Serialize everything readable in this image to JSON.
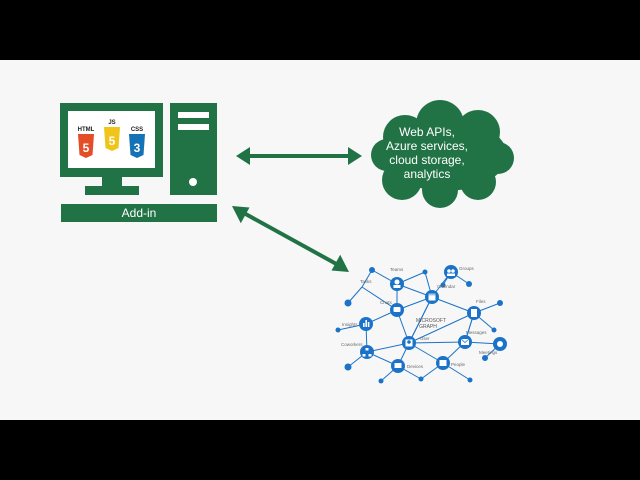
{
  "computer": {
    "addin_label": "Add-in",
    "badges": [
      {
        "label": "HTML",
        "num": "5",
        "color": "#e44d26"
      },
      {
        "label": "JS",
        "num": "5",
        "color": "#f0c419"
      },
      {
        "label": "CSS",
        "num": "3",
        "color": "#1572b6"
      }
    ],
    "color": "#217346"
  },
  "cloud": {
    "lines": [
      "Web APIs,",
      "Azure services,",
      "cloud storage,",
      "analytics"
    ],
    "color": "#217346"
  },
  "graph": {
    "title_line1": "MICROSOFT",
    "title_line2": "GRAPH",
    "color": "#1a73c8",
    "labels": {
      "teams": "Teams",
      "tasks": "Tasks",
      "chats": "Chats",
      "calendar": "Calendar",
      "groups": "Groups",
      "files": "Files",
      "insights": "Insights",
      "messages": "Messages",
      "user": "User",
      "coworkers": "Coworkers",
      "meetings": "Meetings",
      "devices": "Devices",
      "people": "People"
    }
  }
}
